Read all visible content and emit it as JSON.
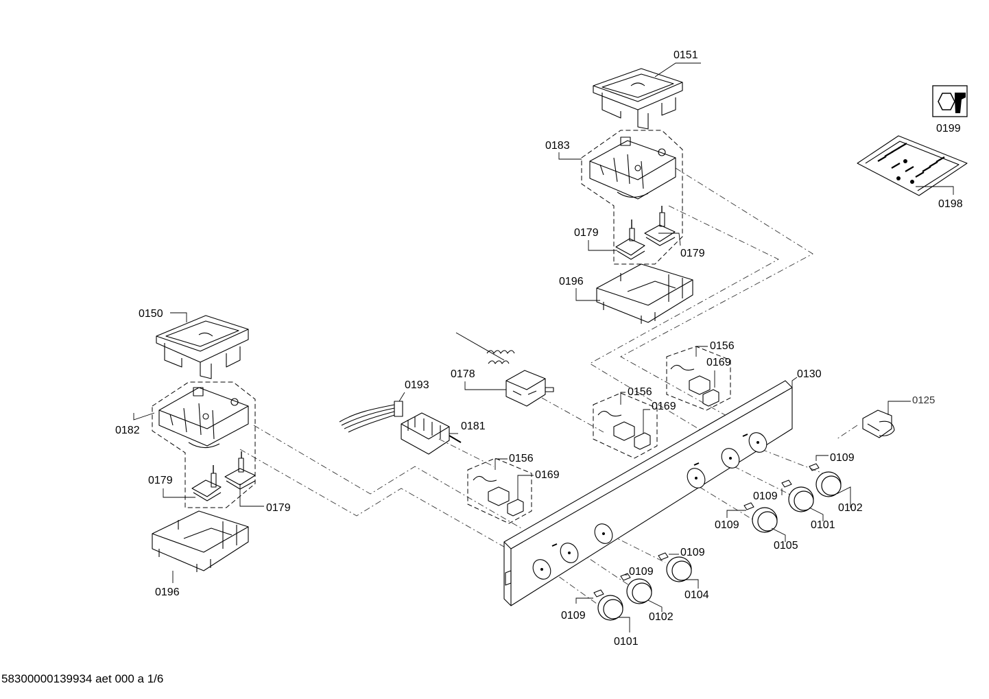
{
  "labels": {
    "p0151": "0151",
    "p0199": "0199",
    "p0198": "0198",
    "p0183": "0183",
    "p0179_top_left": "0179",
    "p0179_top_right": "0179",
    "p0196_top": "0196",
    "p0150": "0150",
    "p0182": "0182",
    "p0179_left_a": "0179",
    "p0179_left_b": "0179",
    "p0196_left": "0196",
    "p0193": "0193",
    "p0178": "0178",
    "p0181": "0181",
    "p0156_a": "0156",
    "p0169_a": "0169",
    "p0156_b": "0156",
    "p0169_b": "0169",
    "p0156_c": "0156",
    "p0169_c": "0169",
    "p0130": "0130",
    "p0125": "0125",
    "p0109_a": "0109",
    "p0102_a": "0102",
    "p0109_b": "0109",
    "p0101_a": "0101",
    "p0109_c": "0109",
    "p0105": "0105",
    "p0109_d": "0109",
    "p0104": "0104",
    "p0109_e": "0109",
    "p0102_b": "0102",
    "p0109_f": "0109",
    "p0101_b": "0101"
  },
  "footer": "58300000139934 aet 000 a 1/6"
}
